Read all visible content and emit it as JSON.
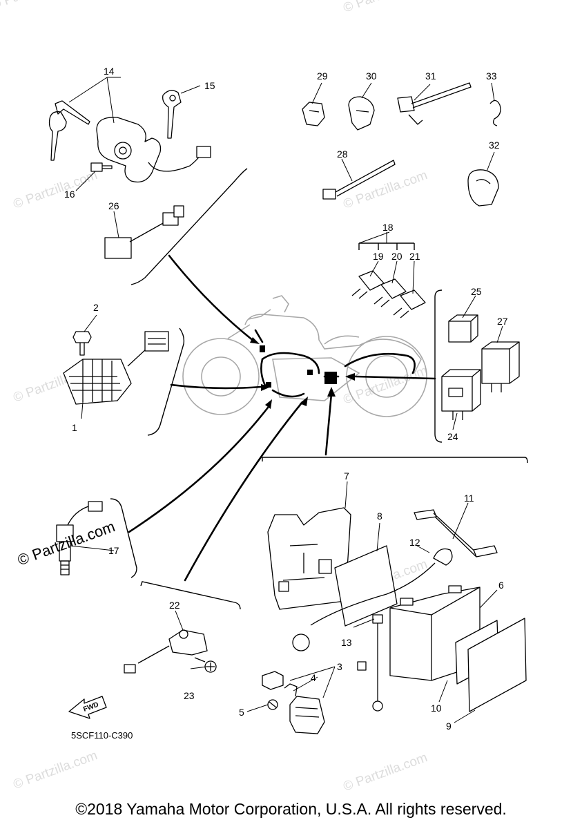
{
  "watermark": "© Partzilla.com",
  "diagram_code": "5SCF110-C390",
  "copyright": "©2018 Yamaha Motor Corporation, U.S.A. All rights reserved.",
  "fwd_label": "FWD",
  "callouts": {
    "c1": "1",
    "c2": "2",
    "c3": "3",
    "c4": "4",
    "c5": "5",
    "c6": "6",
    "c7": "7",
    "c8": "8",
    "c9": "9",
    "c10": "10",
    "c11": "11",
    "c12": "12",
    "c13": "13",
    "c14": "14",
    "c15": "15",
    "c16": "16",
    "c17": "17",
    "c18": "18",
    "c19": "19",
    "c20": "20",
    "c21": "21",
    "c22": "22",
    "c23": "23",
    "c24": "24",
    "c25": "25",
    "c26": "26",
    "c27": "27",
    "c28": "28",
    "c29": "29",
    "c30": "30",
    "c31": "31",
    "c32": "32",
    "c33": "33"
  },
  "colors": {
    "line": "#000000",
    "bike": "#a8a8a8",
    "watermark": "#dcdcdc"
  }
}
